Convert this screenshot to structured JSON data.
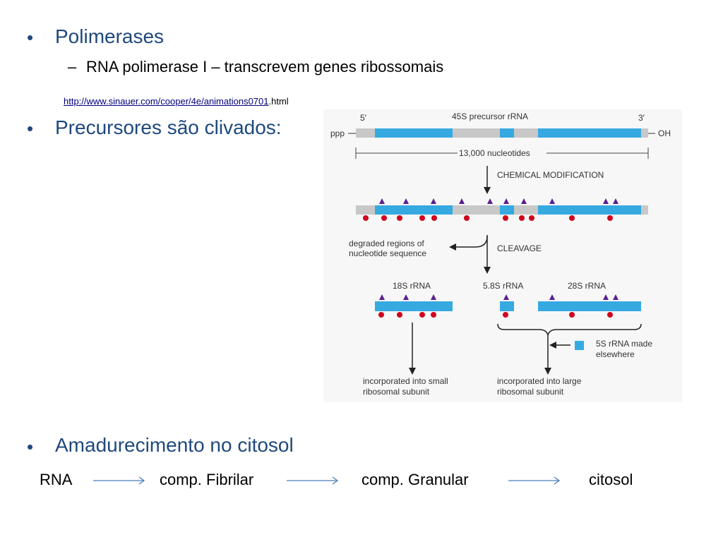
{
  "bullets": {
    "b1": "Polimerases",
    "b1_sub": "RNA polimerase I – transcrevem genes ribossomais",
    "link_url": "http://www.sinauer.com/cooper/4e/animations0701",
    "link_suffix": ".html",
    "b2": "Precursores são clivados:",
    "b3": "Amadurecimento no citosol"
  },
  "flow": {
    "s1": "RNA",
    "s2": "comp. Fibrilar",
    "s3": "comp. Granular",
    "s4": "citosol"
  },
  "figure": {
    "five_prime": "5′",
    "title": "45S precursor rRNA",
    "three_prime": "3′",
    "ppp": "ppp",
    "oh": "OH",
    "length": "13,000 nucleotides",
    "chem_mod": "CHEMICAL MODIFICATION",
    "degraded_1": "degraded regions of",
    "degraded_2": "nucleotide sequence",
    "cleavage": "CLEAVAGE",
    "r18": "18S rRNA",
    "r58": "5.8S rRNA",
    "r28": "28S rRNA",
    "r5s_1": "5S rRNA made",
    "r5s_2": "elsewhere",
    "small_1": "incorporated into small",
    "small_2": "ribosomal subunit",
    "large_1": "incorporated into large",
    "large_2": "ribosomal subunit",
    "colors": {
      "rrna": "#36a9e1",
      "spacer": "#c8c8c8",
      "methyl": "#5b1e8f",
      "pseudouridine": "#d0021b"
    }
  }
}
